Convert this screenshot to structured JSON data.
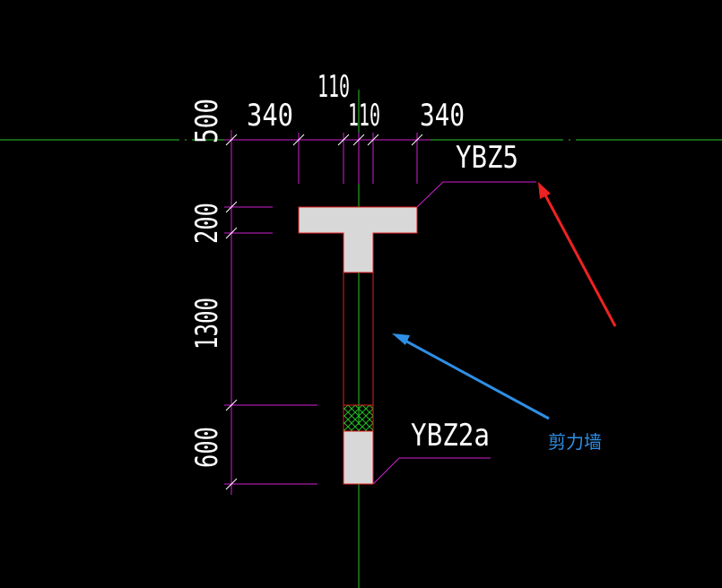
{
  "colors": {
    "background": "#000000",
    "axis": "#28c828",
    "dimension": "#d020d0",
    "wall_outline": "#e02020",
    "fill": "#d8d8d8",
    "hatch": "#20c020",
    "text": "#ffffff",
    "arrow_red": "#ee2222",
    "arrow_blue": "#2f8fe6"
  },
  "dimensions": {
    "top_center": "110",
    "top_left": "340",
    "top_mid": "110",
    "top_right": "340",
    "left_top": "500",
    "left_flange": "200",
    "left_web": "1300",
    "left_bottom": "600"
  },
  "labels": {
    "column_top": "YBZ5",
    "column_bottom": "YBZ2a"
  },
  "annotation": {
    "text": "剪力墙"
  }
}
